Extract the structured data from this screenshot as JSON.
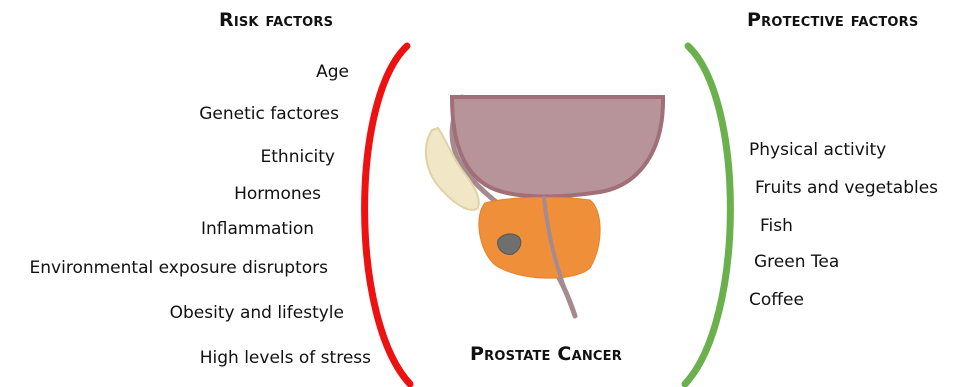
{
  "risk": {
    "heading": "Risk factors",
    "items": [
      "Age",
      "Genetic factores",
      "Ethnicity",
      "Hormones",
      "Inflammation",
      "Environmental exposure disruptors",
      "Obesity and lifestyle",
      "High levels of stress"
    ]
  },
  "protective": {
    "heading": "Protective factors",
    "items": [
      "Physical activity",
      "Fruits and vegetables",
      "Fish",
      "Green Tea",
      "Coffee"
    ]
  },
  "center": {
    "label": "Prostate Cancer"
  },
  "colors": {
    "risk_bracket": "#ee1111",
    "protective_bracket": "#6ab04c",
    "bladder": "#b7939a",
    "prostate": "#ef8f3a",
    "tumor": "#6f6f6f"
  }
}
